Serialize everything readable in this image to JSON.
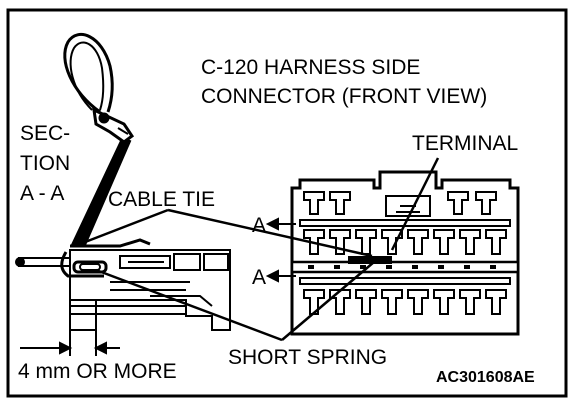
{
  "figure": {
    "title_line1": "C-120 HARNESS SIDE",
    "title_line2": "CONNECTOR (FRONT VIEW)",
    "section_line1": "SEC-",
    "section_line2": "TION",
    "section_line3": "A - A",
    "cable_tie": "CABLE TIE",
    "terminal": "TERMINAL",
    "section_marker_upper": "A",
    "section_marker_lower": "A",
    "short_spring": "SHORT SPRING",
    "dimension": "4 mm OR MORE",
    "code": "AC301608AE"
  }
}
